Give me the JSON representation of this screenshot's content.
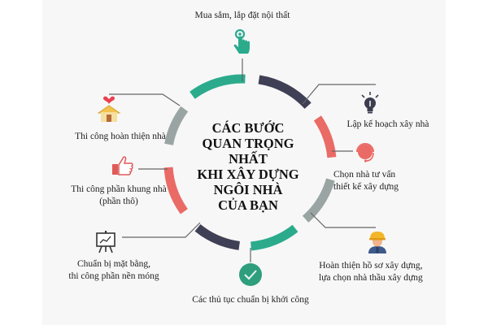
{
  "title": {
    "lines": [
      "CÁC BƯỚC",
      "QUAN TRỌNG NHẤT",
      "KHI XÂY DỰNG",
      "NGÔI NHÀ",
      "CỦA BẠN"
    ]
  },
  "steps": [
    {
      "label_lines": [
        "Mua sắm, lắp đặt nội thất"
      ],
      "icon": "tap-hand-icon",
      "color": "#2bab8c"
    },
    {
      "label_lines": [
        "Lập kế hoạch xây nhà"
      ],
      "icon": "lightbulb-icon",
      "color": "#3d3d4f"
    },
    {
      "label_lines": [
        "Chọn nhà tư vấn",
        "thiết kế xây dựng"
      ],
      "icon": "headset-icon",
      "color": "#e8605f"
    },
    {
      "label_lines": [
        "Hoàn thiện hồ sơ xây dựng,",
        "lựa chọn nhà thầu xây dựng"
      ],
      "icon": "worker-icon",
      "color": "#f0b030"
    },
    {
      "label_lines": [
        "Các thủ tục chuẩn bị khởi công"
      ],
      "icon": "checkmark-icon",
      "color": "#2e9e7c"
    },
    {
      "label_lines": [
        "Chuẩn bị mặt bằng,",
        "thi công phần nền móng"
      ],
      "icon": "presentation-board-icon",
      "color": "#333333"
    },
    {
      "label_lines": [
        "Thi công phần khung nhà",
        "(phần thô)"
      ],
      "icon": "thumbs-up-icon",
      "color": "#e05a5a"
    },
    {
      "label_lines": [
        "Thi công hoàn thiện nhà"
      ],
      "icon": "house-heart-icon",
      "color": "#e9404f"
    }
  ],
  "colors": {
    "teal": "#2bab8c",
    "navy": "#3f3f55",
    "coral": "#ea6a66",
    "gray": "#9aa5a3",
    "line": "#555555",
    "panel": "#f7f7f7"
  }
}
